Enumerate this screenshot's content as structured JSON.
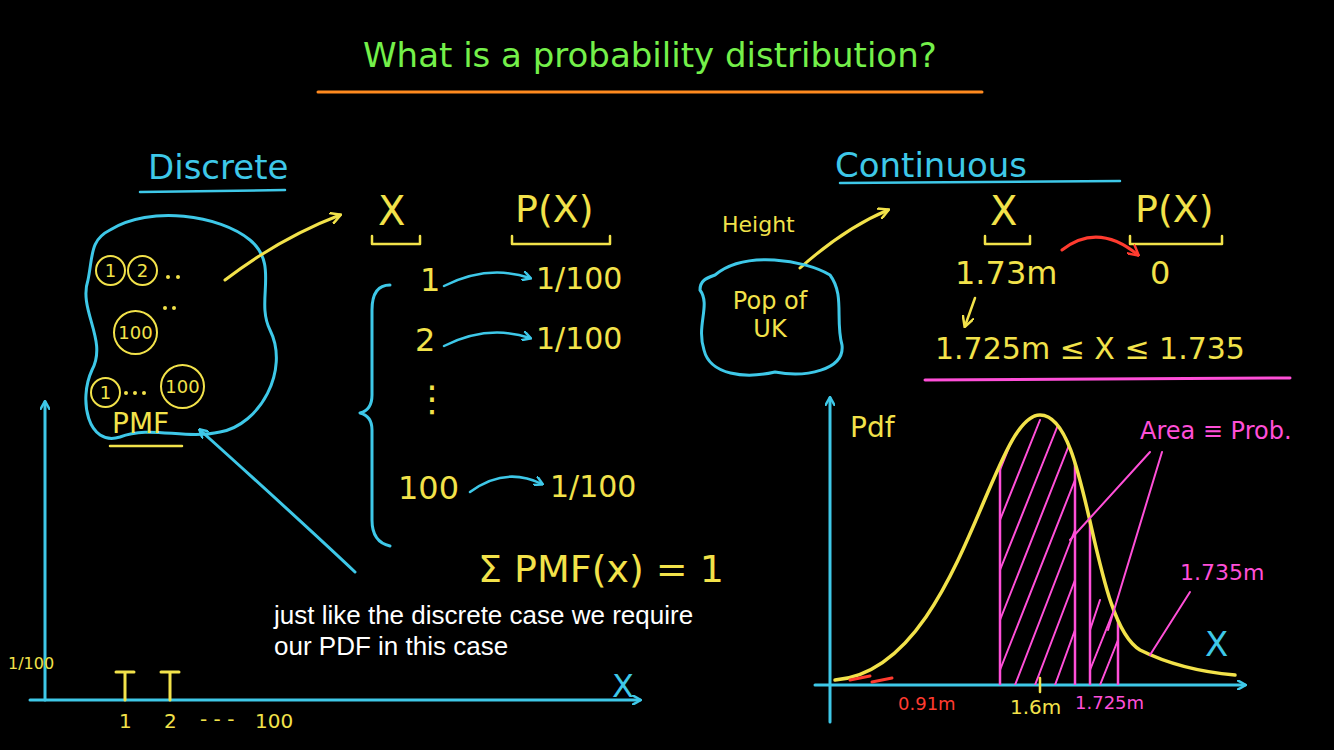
{
  "diagram": {
    "title": "What is a probability distribution?",
    "caption": "just like the discrete case we require our PDF in this case",
    "nodes": [
      {
        "text": [
          "1"
        ]
      },
      {
        "text": [
          "2"
        ]
      },
      {
        "text": [
          "100"
        ]
      },
      {
        "text": [
          "1"
        ]
      },
      {
        "text": [
          "100"
        ]
      },
      {
        "text": [
          "Pop of UK"
        ]
      }
    ],
    "labels": [
      "Discrete",
      "X",
      "P(X)",
      "1",
      "1/100",
      "2",
      "1/100",
      "⋮",
      "100",
      "1/100",
      "PMF",
      "Σ PMF(x) = 1",
      "1/100",
      "1",
      "2",
      "- - -",
      "100",
      "X",
      "Continuous",
      "Height",
      "X",
      "P(X)",
      "1.73m",
      "0",
      "1.725m ≤ X ≤ 1.735",
      "Pdf",
      "Area ≡ Prob.",
      "1.735m",
      "X",
      "0.91m",
      "1.6m",
      "1.725m"
    ]
  }
}
